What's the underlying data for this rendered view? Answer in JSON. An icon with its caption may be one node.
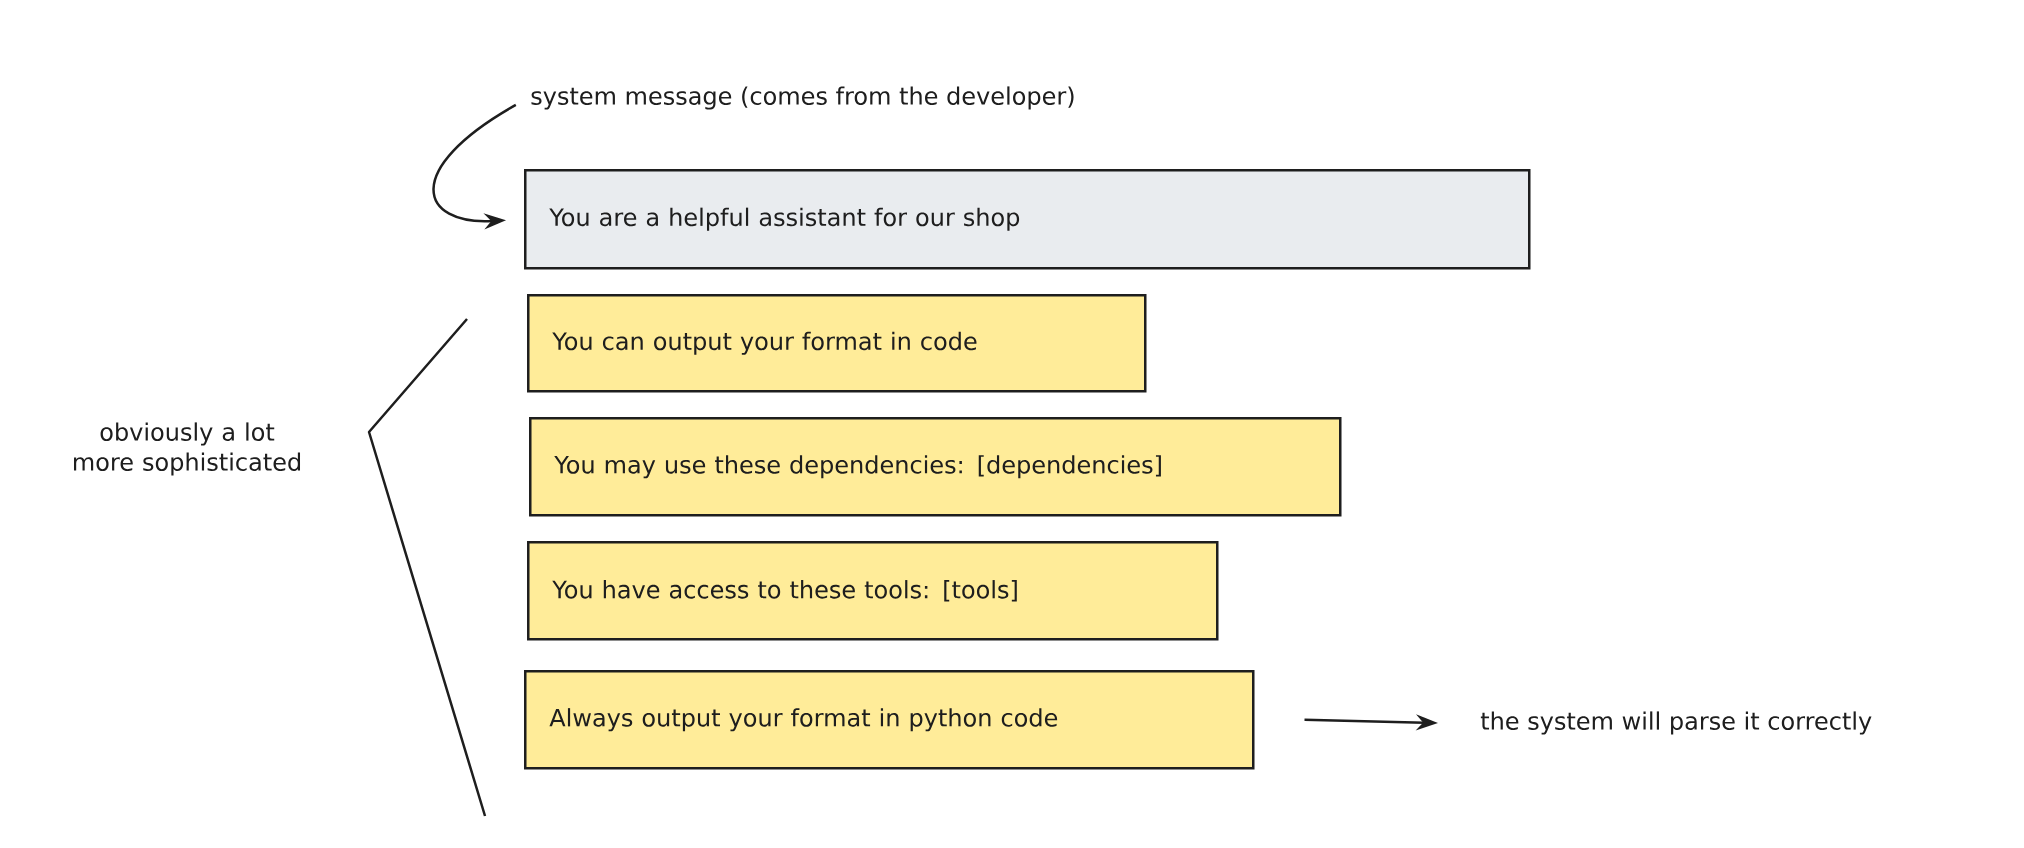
{
  "diagram": {
    "nodes": [
      {
        "text": [
          "system message (comes from the developer)"
        ]
      },
      {
        "text": [
          "You are a helpful assistant for our shop"
        ]
      },
      {
        "text": [
          "You can output your format in code"
        ]
      },
      {
        "text": [
          "You may use these dependencies: [dependencies]"
        ]
      },
      {
        "text": [
          "You have access to these tools: [tools]"
        ]
      },
      {
        "text": [
          "Always output your format in python code"
        ]
      },
      {
        "text": [
          "the system will parse it correctly"
        ]
      }
    ],
    "edges": [
      {
        "from": 0,
        "to": 1,
        "arrow": "to"
      },
      {
        "from": 5,
        "to": 6,
        "arrow": "to"
      }
    ],
    "labels": [
      "obviously a lot more sophisticated"
    ]
  }
}
